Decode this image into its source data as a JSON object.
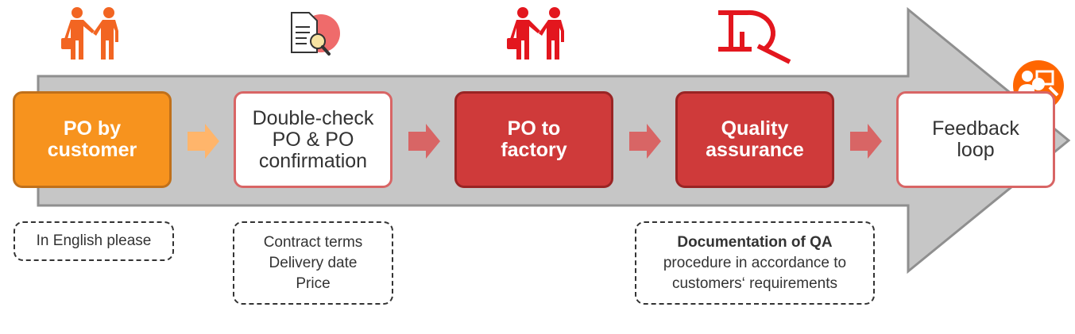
{
  "steps": [
    {
      "label": "PO by\ncustomer",
      "style": "orange"
    },
    {
      "label": "Double-check\nPO & PO\nconfirmation",
      "style": "white"
    },
    {
      "label": "PO to\nfactory",
      "style": "red"
    },
    {
      "label": "Quality\nassurance",
      "style": "red"
    },
    {
      "label": "Feedback\nloop",
      "style": "white"
    }
  ],
  "icons": [
    {
      "name": "handshake-people-icon",
      "color": "#f26522"
    },
    {
      "name": "document-search-icon",
      "color": "#ef6b6b"
    },
    {
      "name": "handshake-people-icon",
      "color": "#e3161e"
    },
    {
      "name": "quality-logo-icon",
      "color": "#e3161e"
    },
    {
      "name": "feedback-presentation-icon",
      "color": "#ff6600"
    }
  ],
  "notes": {
    "note1": {
      "lines": [
        "In English please"
      ]
    },
    "note2": {
      "lines": [
        "Contract terms",
        "Delivery date",
        "Price"
      ]
    },
    "note3": {
      "bold": "Documentation of QA",
      "lines": [
        "procedure in accordance to",
        "customers‘ requirements"
      ]
    }
  },
  "colors": {
    "orange": "#f7931e",
    "red": "#cf3a3a",
    "outline_red": "#d86565",
    "arrow_gray": "#c6c6c6",
    "chevron_light": "#ffb56b",
    "chevron_red": "#d86565"
  }
}
